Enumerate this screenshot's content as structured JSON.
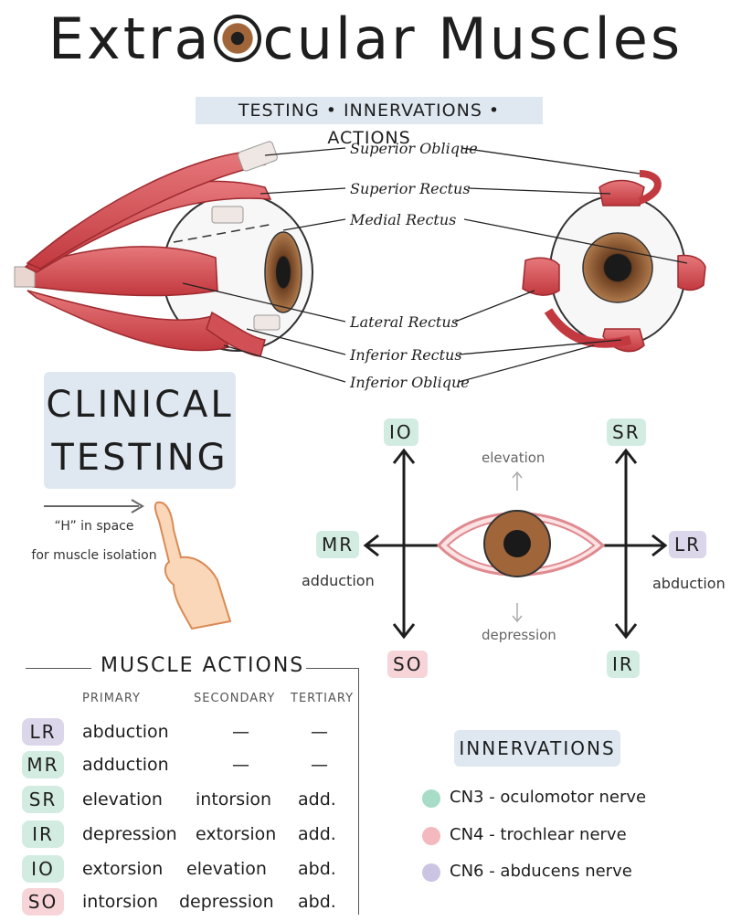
{
  "title": {
    "part1": "Extra",
    "part2": "cular Muscles"
  },
  "subtitle": "Testing • Innervations • Actions",
  "muscle_labels": [
    "Superior Oblique",
    "Superior Rectus",
    "Medial Rectus",
    "Lateral Rectus",
    "Inferior Rectus",
    "Inferior Oblique"
  ],
  "clinical": {
    "line1": "Clinical",
    "line2": "Testing"
  },
  "h_note": {
    "line1": "“H” in space",
    "line2": "for muscle isolation"
  },
  "h_test": {
    "tags": {
      "io": "IO",
      "sr": "SR",
      "mr": "MR",
      "lr": "LR",
      "so": "SO",
      "ir": "IR"
    },
    "elevation": "elevation",
    "depression": "depression",
    "adduction": "adduction",
    "abduction": "abduction"
  },
  "actions": {
    "title": "Muscle Actions",
    "headers": [
      "Primary",
      "Secondary",
      "Tertiary"
    ],
    "rows": [
      {
        "abbr": "LR",
        "primary": "abduction",
        "secondary": "—",
        "tertiary": "—",
        "color": "#dcd6ea"
      },
      {
        "abbr": "MR",
        "primary": "adduction",
        "secondary": "—",
        "tertiary": "—",
        "color": "#d3ece2"
      },
      {
        "abbr": "SR",
        "primary": "elevation",
        "secondary": "intorsion",
        "tertiary": "add.",
        "color": "#d3ece2"
      },
      {
        "abbr": "IR",
        "primary": "depression",
        "secondary": "extorsion",
        "tertiary": "add.",
        "color": "#d3ece2"
      },
      {
        "abbr": "IO",
        "primary": "extorsion",
        "secondary": "elevation",
        "tertiary": "abd.",
        "color": "#d3ece2"
      },
      {
        "abbr": "SO",
        "primary": "intorsion",
        "secondary": "depression",
        "tertiary": "abd.",
        "color": "#f6d4d8"
      }
    ]
  },
  "innervations": {
    "title": "Innervations",
    "items": [
      {
        "text": "CN3 - oculomotor nerve",
        "color": "#a7dcc6"
      },
      {
        "text": "CN4 - trochlear nerve",
        "color": "#f3b9be"
      },
      {
        "text": "CN6 - abducens nerve",
        "color": "#cbc4e3"
      }
    ]
  },
  "colors": {
    "mint": "#d3ece2",
    "lavender": "#dcd6ea",
    "pink": "#f6d4d8",
    "blue": "#dfe8f1",
    "muscle": "#d24a4f",
    "iris": "#a0663a"
  }
}
